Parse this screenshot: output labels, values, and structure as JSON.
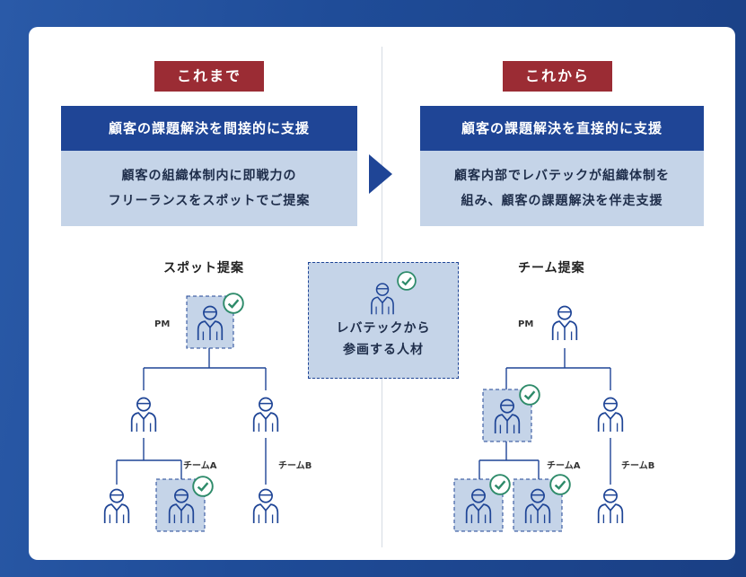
{
  "left": {
    "tag": "これまで",
    "header": "顧客の課題解決を間接的に支援",
    "body_line1": "顧客の組織体制内に即戦力の",
    "body_line2": "フリーランスをスポットでご提案",
    "section_title": "スポット提案",
    "pm_label": "PM",
    "team_a_label": "チームA",
    "team_b_label": "チームB"
  },
  "right": {
    "tag": "これから",
    "header": "顧客の課題解決を直接的に支援",
    "body_line1": "顧客内部でレバテックが組織体制を",
    "body_line2": "組み、顧客の課題解決を伴走支援",
    "section_title": "チーム提案",
    "pm_label": "PM",
    "team_a_label": "チームA",
    "team_b_label": "チームB"
  },
  "legend": {
    "line1": "レバテックから",
    "line2": "参画する人材"
  },
  "colors": {
    "navy": "#1f4596",
    "light_blue": "#c5d4e8",
    "maroon": "#9b2c34",
    "check_green": "#2e8b6a"
  },
  "icons": {
    "person": "person-icon",
    "check": "check-circle-icon",
    "arrow": "arrow-right-icon"
  }
}
